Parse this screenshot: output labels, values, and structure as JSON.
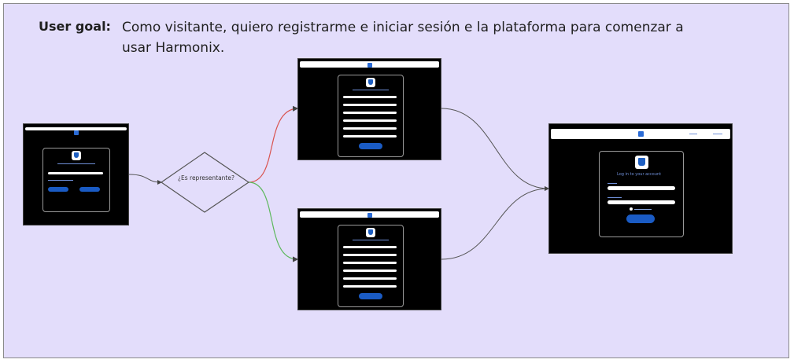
{
  "goal": {
    "label": "User goal:",
    "text": "Como visitante, quiero registrarme e iniciar sesión e la plataforma para comenzar a usar Harmonix."
  },
  "decision": {
    "text": "¿Es representante?"
  },
  "screens": {
    "login": {
      "title": "Log in to your account"
    }
  },
  "colors": {
    "board": "#e3ddfb",
    "path_yes": "#d9534f",
    "path_no": "#5cb85c",
    "path_default": "#555555",
    "button_blue": "#1a5bc4"
  }
}
